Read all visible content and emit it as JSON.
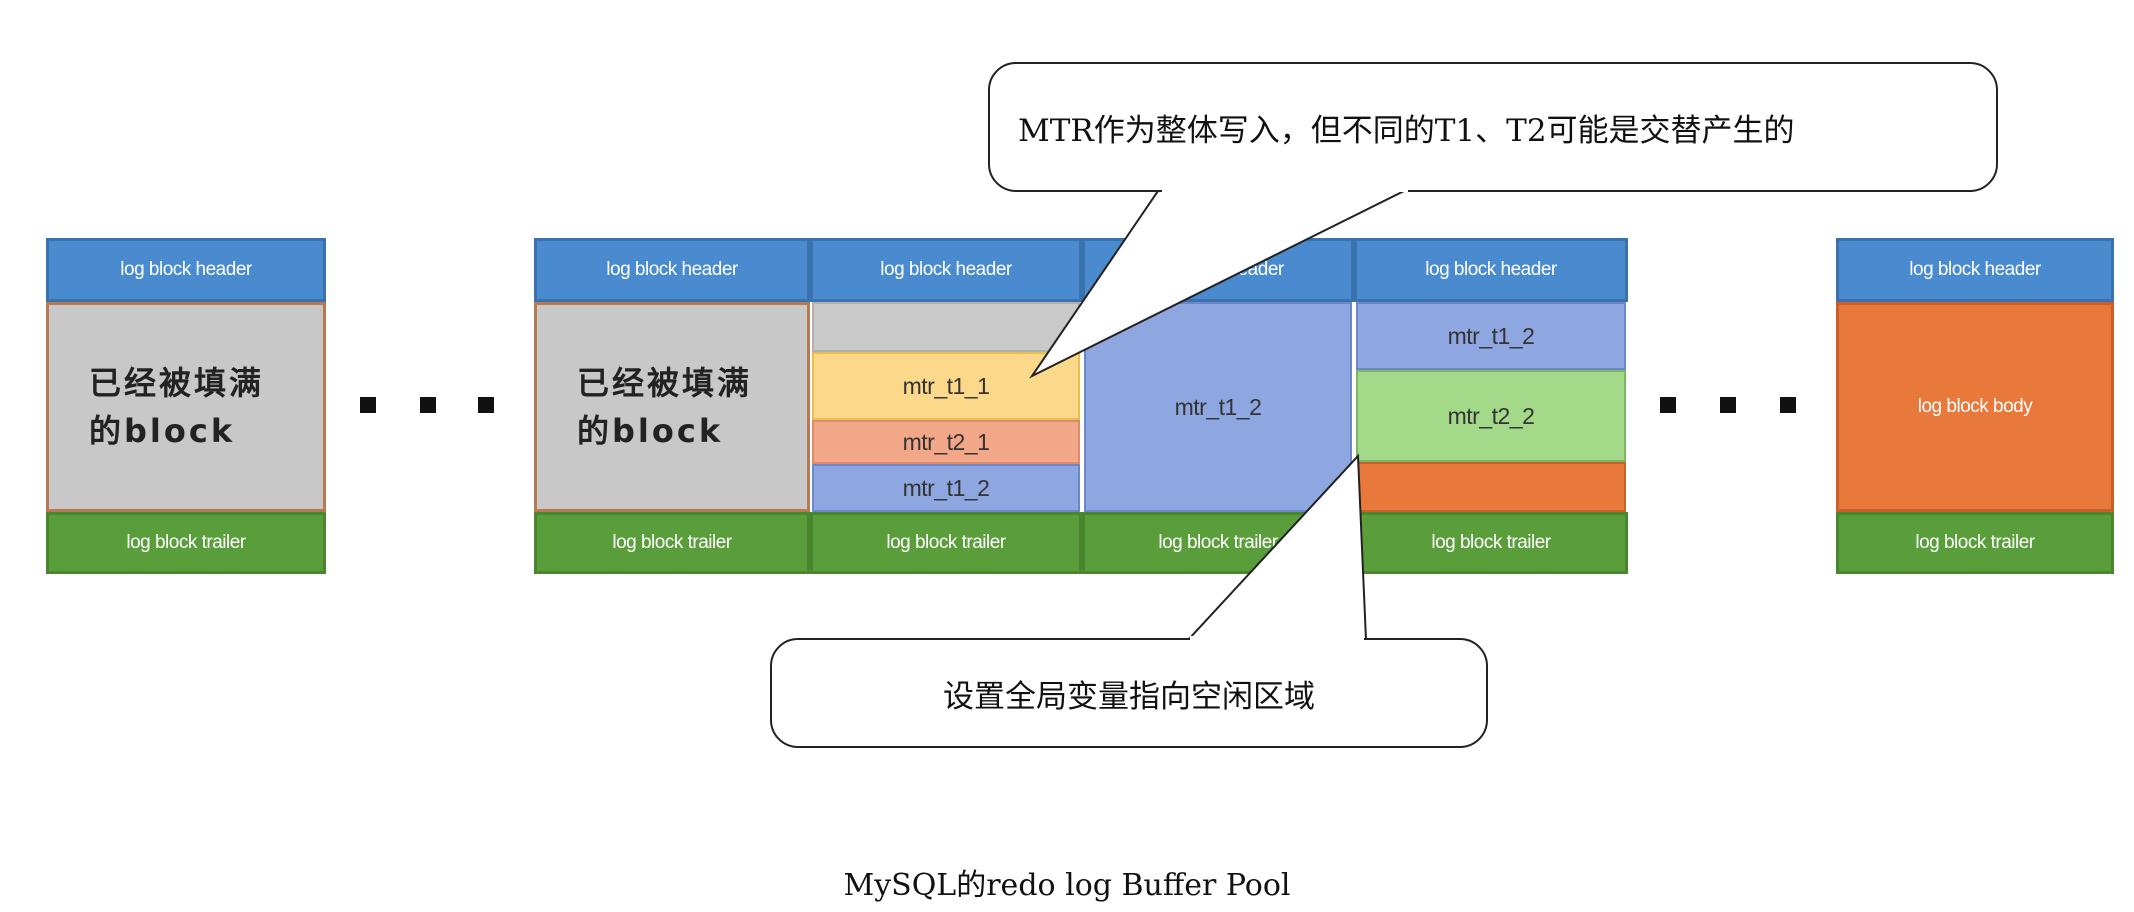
{
  "labels": {
    "header": "log block header",
    "trailer": "log block trailer",
    "body": "log block body",
    "full_block_line1": "已经被填满",
    "full_block_line2": "的block",
    "mtr_t1_1": "mtr_t1_1",
    "mtr_t2_1": "mtr_t2_1",
    "mtr_t1_2": "mtr_t1_2",
    "mtr_t2_2": "mtr_t2_2"
  },
  "callouts": {
    "top": "MTR作为整体写入，但不同的T1、T2可能是交替产生的",
    "bottom": "设置全局变量指向空闲区域"
  },
  "caption": "MySQL的redo log Buffer Pool",
  "colors": {
    "header": "#4a8bd0",
    "trailer": "#5a9e3c",
    "full_body": "#c8c8c8",
    "mtr_t1_1": "#fcd98a",
    "mtr_t2_1": "#f3a789",
    "mtr_t1_2": "#8fa7e0",
    "mtr_t2_2": "#a5d98a",
    "body": "#e8793a"
  }
}
